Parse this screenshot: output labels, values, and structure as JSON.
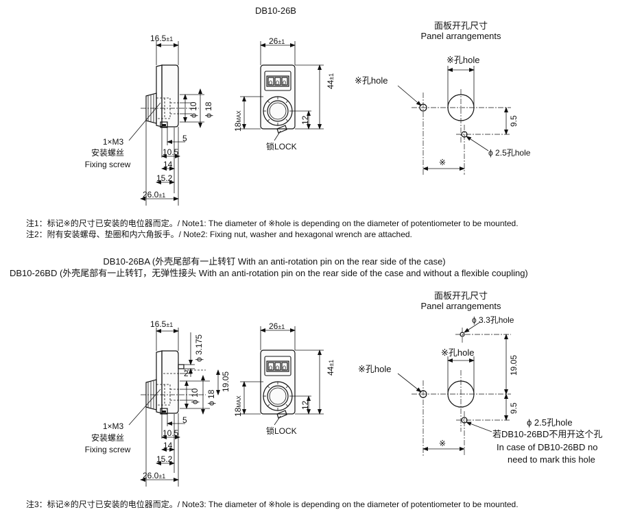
{
  "top": {
    "title": "DB10-26B",
    "panel_cn": "面板开孔尺寸",
    "panel_en": "Panel arrangements",
    "dims": {
      "w16": "16.5",
      "w26": "26",
      "h44": "44",
      "h12": "12",
      "h18max": "18",
      "phi10": "10",
      "phi18": "18",
      "d5": "5",
      "d10_5": "10.5",
      "d14": "14",
      "d15_2": "15.2",
      "d26_0": "26.0",
      "d9_5": "9.5"
    },
    "tol": "±1",
    "max": "MAX",
    "phi": "ϕ",
    "screw1": "1×M3",
    "screw2": "安装螺丝",
    "screw3": "Fixing screw",
    "lock": "锁LOCK",
    "hole_star_top": "※孔hole",
    "hole_star_left": "※孔hole",
    "hole_2_5": "ϕ 2.5孔hole",
    "star": "※",
    "counter": [
      "0",
      "0",
      "0"
    ]
  },
  "notes": {
    "n1": "注1：标记※的尺寸已安装的电位器而定。/ Note1: The diameter of ※hole is depending on the diameter of potentiometer to be mounted.",
    "n2": "注2：附有安装螺母、垫圈和内六角扳手。/ Note2: Fixing nut, washer and hexagonal wrench are attached.",
    "n3": "注3：标记※的尺寸已安装的电位器而定。/ Note3: The diameter of ※hole is depending on the diameter of potentiometer to be mounted."
  },
  "bottom": {
    "title1": "DB10-26BA (外壳尾部有一止转钉 With an anti-rotation pin on the rear side of the case)",
    "title2": "DB10-26BD (外壳尾部有一止转钉，无弹性接头 With an anti-rotation pin on the rear side of the case and without a flexible coupling)",
    "panel_cn": "面板开孔尺寸",
    "panel_en": "Panel arrangements",
    "dims": {
      "w16": "16.5",
      "w26": "26",
      "h44": "44",
      "h12": "12",
      "h18max": "18",
      "phi3_175": "3.175",
      "d2": "2",
      "phi10": "10",
      "phi18": "18",
      "h19_05": "19.05",
      "d5": "5",
      "d10_5": "10.5",
      "d14": "14",
      "d15_2": "15.2",
      "d26_0": "26.0",
      "r19_05": "19.05",
      "r9_5": "9.5"
    },
    "tol": "±1",
    "max": "MAX",
    "phi": "ϕ",
    "screw1": "1×M3",
    "screw2": "安装螺丝",
    "screw3": "Fixing screw",
    "lock": "锁LOCK",
    "hole_3_3": "ϕ 3.3孔hole",
    "hole_star_top": "※孔hole",
    "hole_star_left": "※孔hole",
    "hole_2_5": "ϕ 2.5孔hole",
    "bd_cn": "若DB10-26BD不用开这个孔",
    "bd_en1": "In case of DB10-26BD no",
    "bd_en2": "need to mark this hole",
    "star": "※",
    "counter": [
      "0",
      "0",
      "0"
    ]
  }
}
